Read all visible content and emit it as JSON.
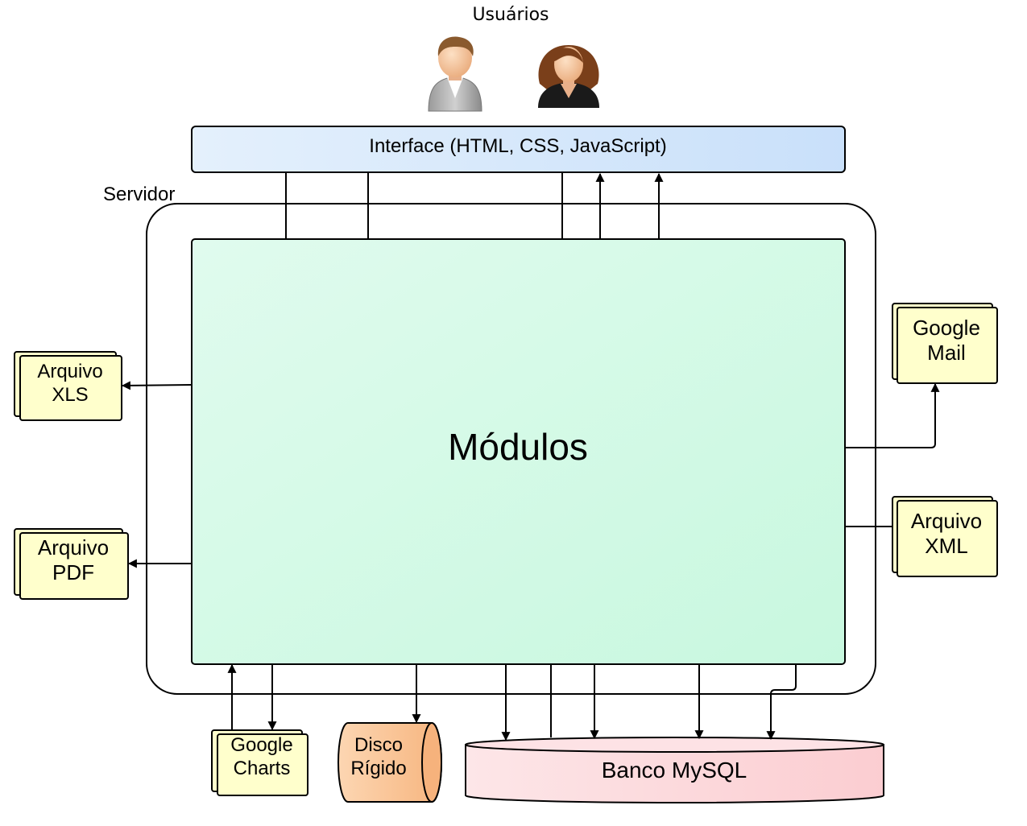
{
  "users": {
    "title": "Usuários",
    "icons": [
      "male-user-icon",
      "female-user-icon"
    ]
  },
  "interface": {
    "label": "Interface (HTML, CSS, JavaScript)"
  },
  "server": {
    "label": "Servidor"
  },
  "modules": {
    "label": "Módulos"
  },
  "outputs": {
    "xls": "Arquivo\nXLS",
    "pdf": "Arquivo\nPDF",
    "gmail": "Google\nMail",
    "xml": "Arquivo\nXML",
    "charts": "Google\nCharts"
  },
  "storage": {
    "disk": "Disco\nRígido",
    "database": "Banco MySQL"
  },
  "colors": {
    "interface_fill": "#d2e6fb",
    "modules_fill": "#d2fbe6",
    "document_fill": "#ffffcc",
    "disk_fill": "#fbc99e",
    "database_fill": "#fcd5d8",
    "stroke": "#000000"
  }
}
